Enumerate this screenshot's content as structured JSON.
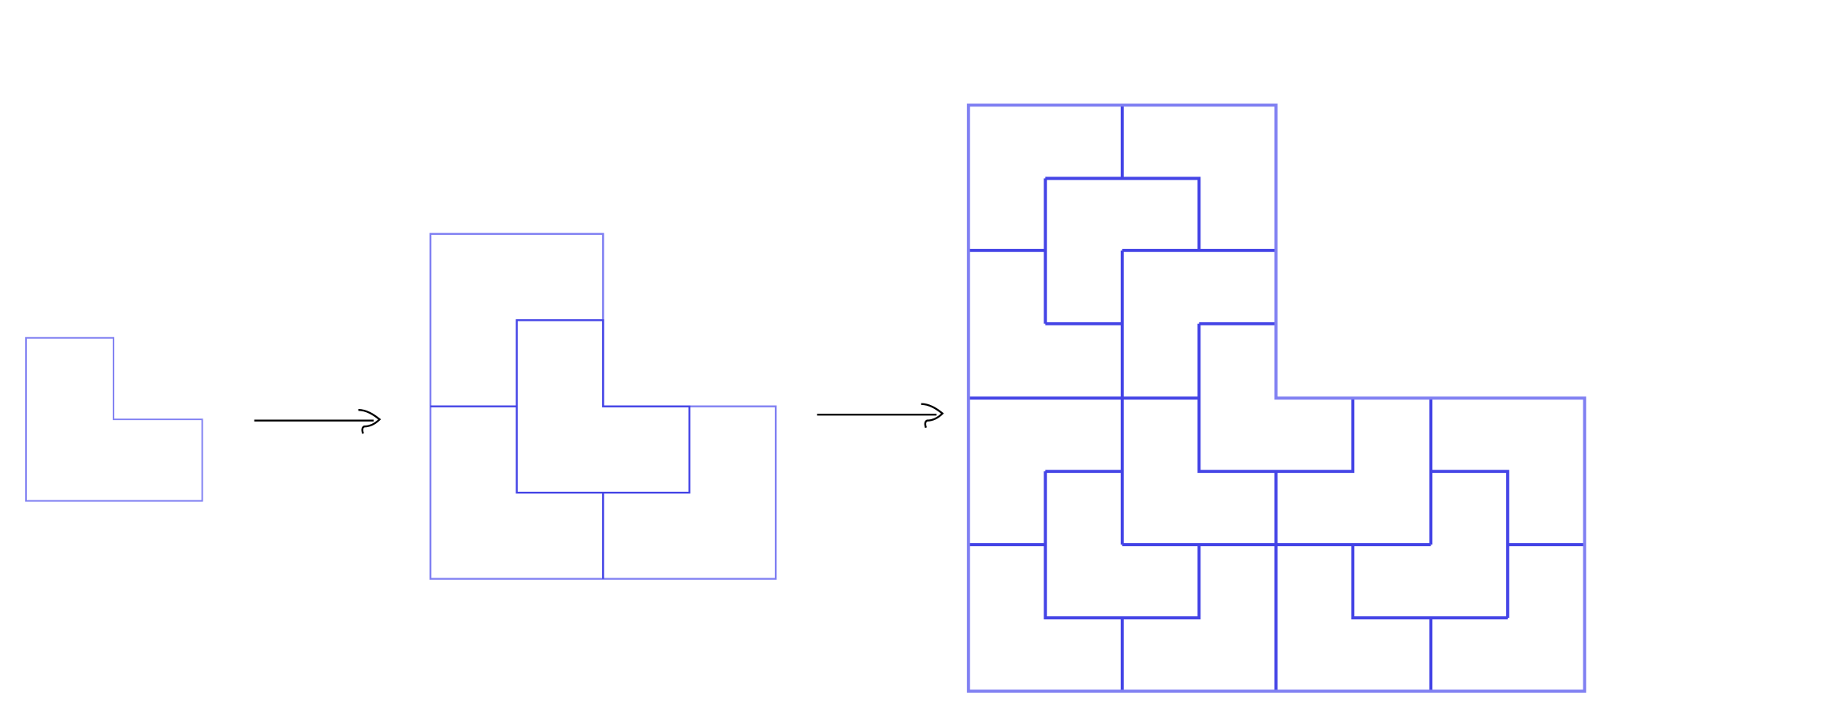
{
  "diagram": {
    "colors": {
      "outline": "#8080f2",
      "inner": "#4444e6",
      "arrow": "#000000",
      "background": "#ffffff"
    },
    "stages": [
      {
        "id": "stage-1",
        "level": 1,
        "tile_count": 1
      },
      {
        "id": "stage-2",
        "level": 2,
        "tile_count": 4
      },
      {
        "id": "stage-3",
        "level": 3,
        "tile_count": 16
      }
    ],
    "arrows": [
      {
        "from": "stage-1",
        "to": "stage-2"
      },
      {
        "from": "stage-2",
        "to": "stage-3"
      }
    ]
  }
}
